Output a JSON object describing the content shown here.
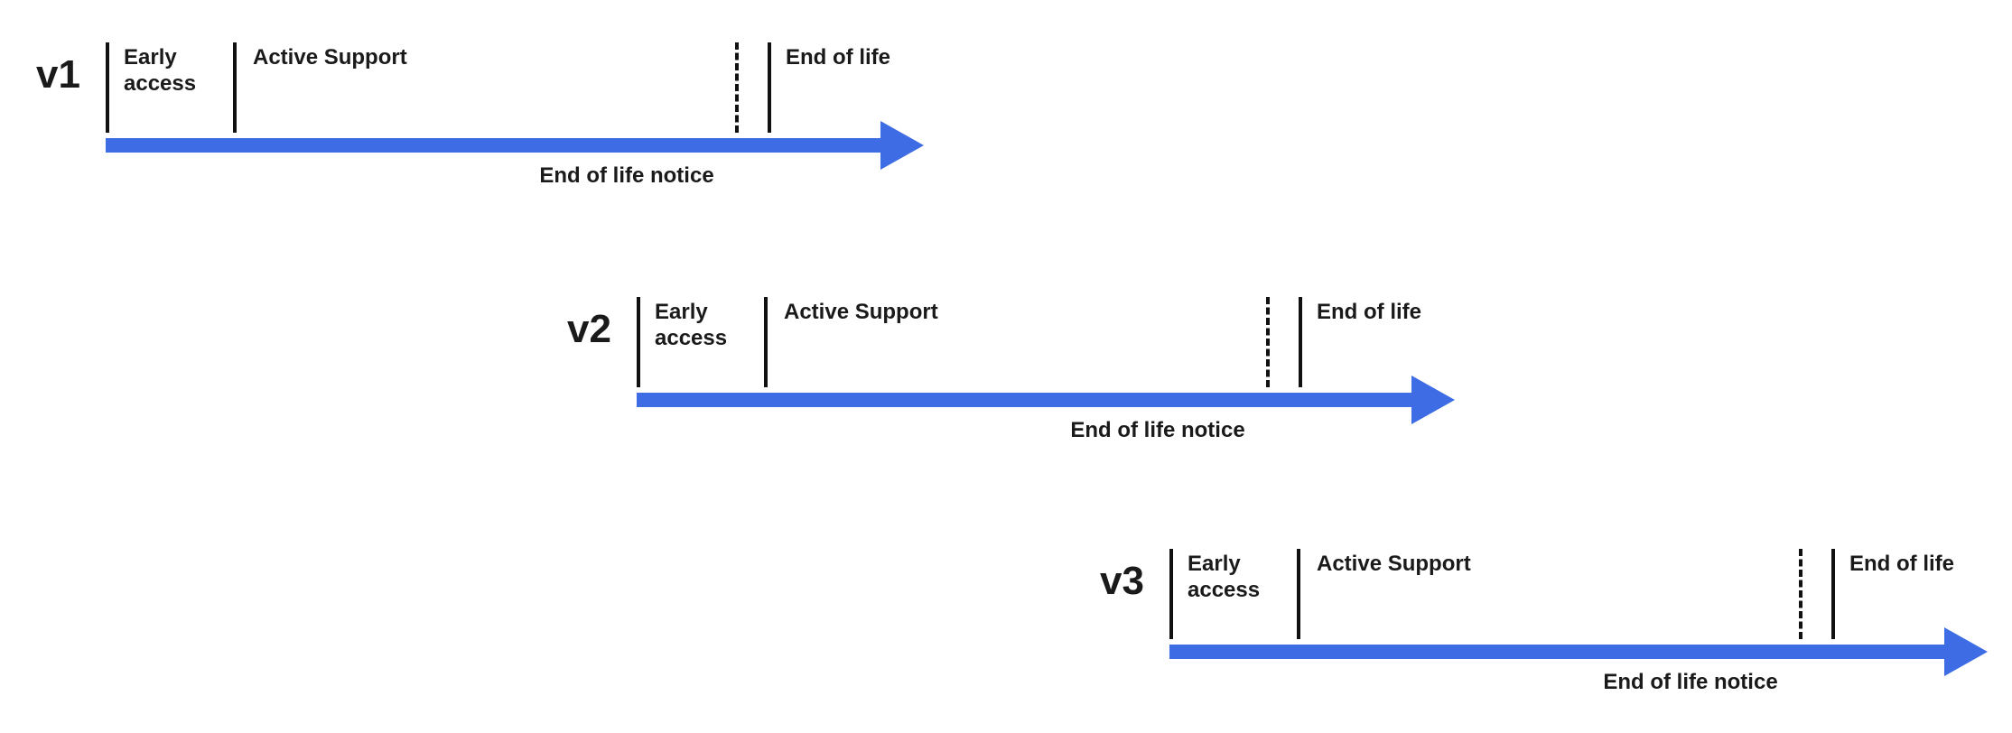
{
  "colors": {
    "arrow": "#3d6ce4",
    "text": "#1a1a1a",
    "tick": "#111111"
  },
  "timelines": [
    {
      "version": "v1",
      "early_access": "Early access",
      "active_support": "Active Support",
      "end_of_life": "End of life",
      "end_of_life_notice": "End of life notice"
    },
    {
      "version": "v2",
      "early_access": "Early access",
      "active_support": "Active Support",
      "end_of_life": "End of life",
      "end_of_life_notice": "End of life notice"
    },
    {
      "version": "v3",
      "early_access": "Early access",
      "active_support": "Active Support",
      "end_of_life": "End of life",
      "end_of_life_notice": "End of life notice"
    }
  ]
}
